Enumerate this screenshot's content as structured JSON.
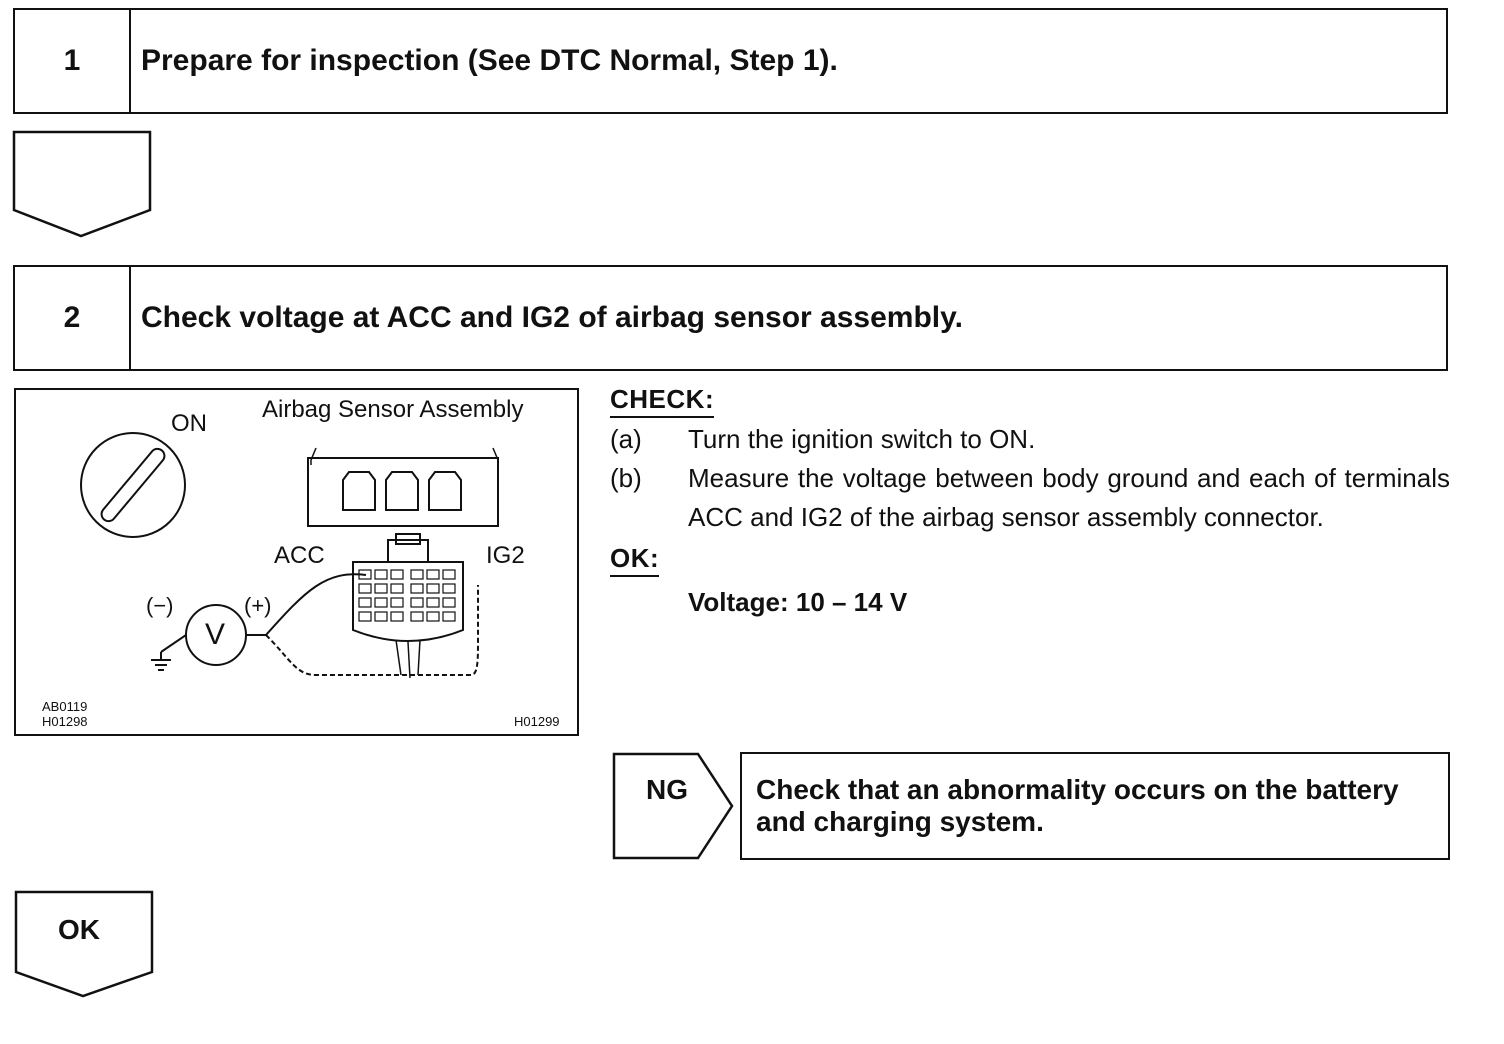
{
  "step1": {
    "number": "1",
    "title": "Prepare for inspection (See DTC Normal, Step 1)."
  },
  "step2": {
    "number": "2",
    "title": "Check voltage at ACC and IG2 of airbag sensor assembly."
  },
  "diagram": {
    "on_label": "ON",
    "assembly_label": "Airbag Sensor Assembly",
    "acc_label": "ACC",
    "ig2_label": "IG2",
    "minus_label": "(−)",
    "plus_label": "(+)",
    "meter_symbol": "V",
    "code_left_1": "AB0119",
    "code_left_2": "H01298",
    "code_right": "H01299"
  },
  "check": {
    "header": "CHECK:",
    "items": [
      {
        "label": "(a)",
        "text": "Turn the ignition switch to ON."
      },
      {
        "label": "(b)",
        "text": "Measure the voltage between body ground and each of terminals ACC and IG2 of the airbag sensor assembly connector."
      }
    ],
    "ok_header": "OK:",
    "ok_value": "Voltage: 10 – 14 V"
  },
  "ng": {
    "label": "NG",
    "result": "Check that an abnormality occurs on the battery and charging system."
  },
  "ok_arrow": {
    "label": "OK"
  }
}
